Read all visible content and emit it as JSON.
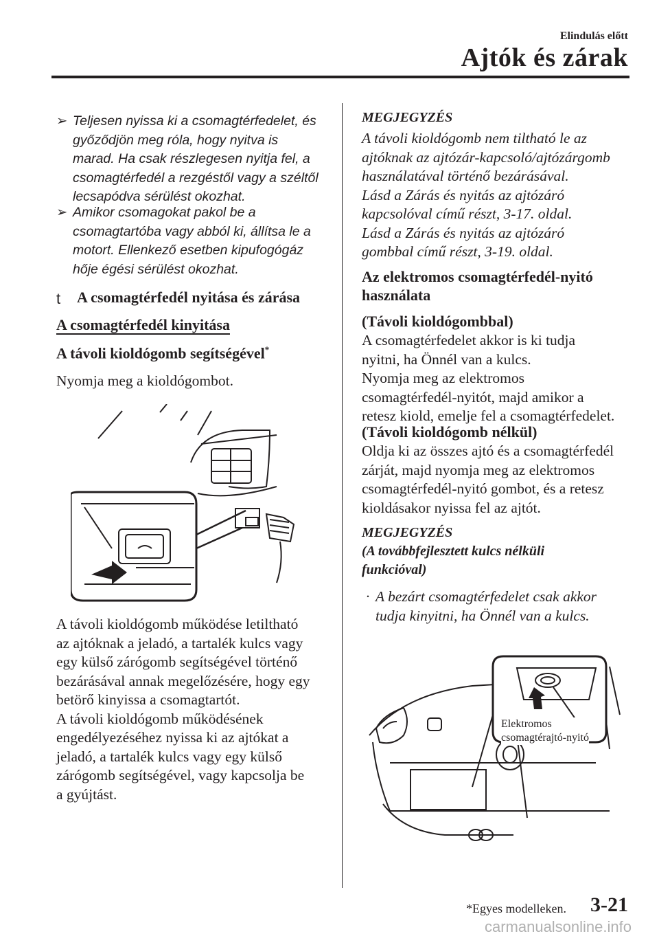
{
  "header": {
    "chapter": "Elindulás előtt",
    "title": "Ajtók és zárak"
  },
  "left": {
    "warnings": [
      {
        "lines": [
          "Teljesen nyissa ki a csomagtérfedelet, és",
          "győződjön meg róla, hogy nyitva is",
          "marad. Ha csak részlegesen nyitja fel, a",
          "csomagtérfedél a rezgéstől vagy a széltől",
          "lecsapódva sérülést okozhat."
        ]
      },
      {
        "lines": [
          "Amikor csomagokat pakol be a",
          "csomagtartóba vagy abból ki, állítsa le a",
          "motort. Ellenkező esetben kipufogógáz",
          "hője égési sérülést okozhat."
        ]
      }
    ],
    "section_marker": "t",
    "section_heading": "A csomagtérfedél nyitása és zárása",
    "subsection": "A csomagtérfedél kinyitása",
    "method_heading": "A távoli kioldógomb segítségével",
    "method_asterisk": "*",
    "instruction": "Nyomja meg a kioldógombot.",
    "paragraph": [
      "A távoli kioldógomb működése letiltható",
      "az ajtóknak a jeladó, a tartalék kulcs vagy",
      "egy külső zárógomb segítségével történő",
      "bezárásával annak megelőzésére, hogy egy",
      "betörő kinyissa a csomagtartót.",
      "A távoli kioldógomb működésének",
      "engedélyezéséhez nyissa ki az ajtókat a",
      "jeladó, a tartalék kulcs vagy egy külső",
      "zárógomb segítségével, vagy kapcsolja be",
      "a gyújtást."
    ]
  },
  "right": {
    "note1_title": "MEGJEGYZÉS",
    "note1_lines": [
      "A távoli kioldógomb nem tiltható le az",
      "ajtóknak az ajtózár-kapcsoló/ajtózárgomb",
      "használatával történő bezárásával.",
      "Lásd a Zárás és nyitás az ajtózáró",
      "kapcsolóval című részt, 3-17. oldal.",
      "Lásd a Zárás és nyitás az ajtózáró",
      "gombbal című részt, 3-19. oldal."
    ],
    "heading": [
      "Az elektromos csomagtérfedél-nyitó",
      "használata"
    ],
    "sub1": "(Távoli kioldógombbal)",
    "sub1_lines": [
      "A csomagtérfedelet akkor is ki tudja",
      "nyitni, ha Önnél van a kulcs.",
      "Nyomja meg az elektromos",
      "csomagtérfedél-nyitót, majd amikor a",
      "retesz kiold, emelje fel a csomagtérfedelet."
    ],
    "sub2": "(Távoli kioldógomb nélkül)",
    "sub2_lines": [
      "Oldja ki az összes ajtó és a csomagtérfedél",
      "zárját, majd nyomja meg az elektromos",
      "csomagtérfedél-nyitó gombot, és a retesz",
      "kioldásakor nyissa fel az ajtót."
    ],
    "note2_title": [
      "MEGJEGYZÉS",
      "(A továbbfejlesztett kulcs nélküli",
      "funkcióval)"
    ],
    "note2_bullet": "·",
    "note2_lines": [
      "A bezárt csomagtérfedelet csak akkor",
      "tudja kinyitni, ha Önnél van a kulcs."
    ],
    "figure_label": [
      "Elektromos",
      "csomagtérajtó-nyitó"
    ]
  },
  "footer": {
    "note": "*Egyes modelleken.",
    "page": "3-21",
    "watermark": "carmanualsonline.info"
  }
}
